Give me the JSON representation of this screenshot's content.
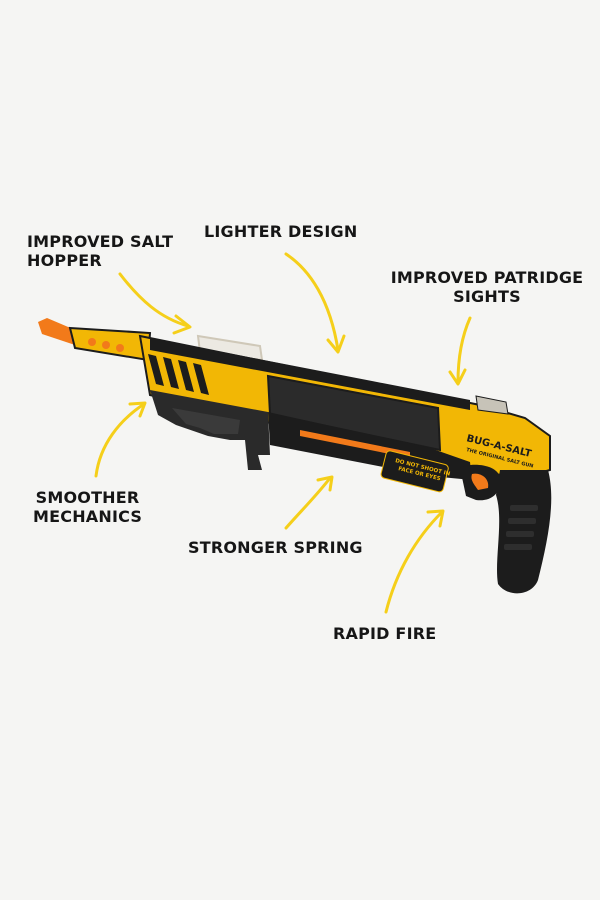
{
  "callouts": {
    "salt_hopper": [
      "IMPROVED SALT",
      "HOPPER"
    ],
    "lighter_design": "LIGHTER DESIGN",
    "patridge_sights": [
      "IMPROVED PATRIDGE",
      "SIGHTS"
    ],
    "smoother_mechanics": [
      "SMOOTHER",
      "MECHANICS"
    ],
    "stronger_spring": "STRONGER SPRING",
    "rapid_fire": "RAPID FIRE"
  },
  "product": {
    "brand_logo": "BUG-A-SALT",
    "tagline": "THE ORIGINAL SALT GUN",
    "warning": [
      "DO NOT SHOOT IN",
      "FACE OR EYES"
    ]
  },
  "colors": {
    "body_yellow": "#f2b705",
    "black_parts": "#1c1c1c",
    "muzzle_orange": "#f27a1a",
    "arrow_yellow": "#f5cf1a",
    "background": "#f5f5f3"
  }
}
